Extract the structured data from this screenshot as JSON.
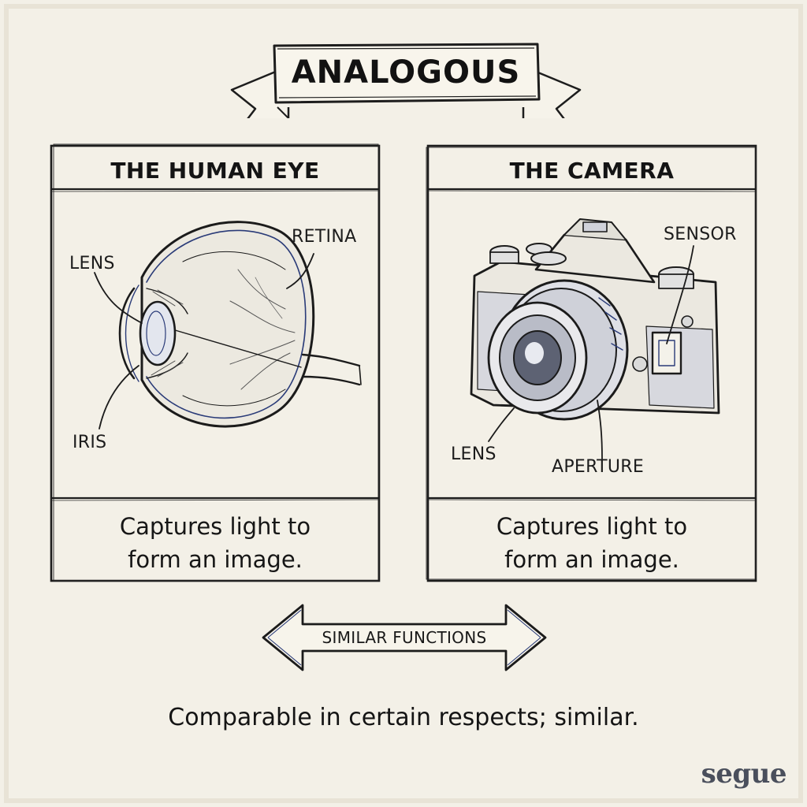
{
  "title": "ANALOGOUS",
  "panels": {
    "eye": {
      "title": "THE HUMAN EYE",
      "labels": {
        "lens": "LENS",
        "retina": "RETINA",
        "iris": "IRIS"
      },
      "caption_line1": "Captures light to",
      "caption_line2": "form an image."
    },
    "camera": {
      "title": "THE CAMERA",
      "labels": {
        "sensor": "SENSOR",
        "lens": "LENS",
        "aperture": "APERTURE"
      },
      "caption_line1": "Captures light to",
      "caption_line2": "form an image."
    }
  },
  "connector": {
    "label": "SIMILAR FUNCTIONS"
  },
  "definition": "Comparable in certain respects; similar.",
  "brand": "segue",
  "colors": {
    "paper": "#f3f0e7",
    "ink": "#1a1a1a",
    "blue_ink": "#2a3b78"
  }
}
